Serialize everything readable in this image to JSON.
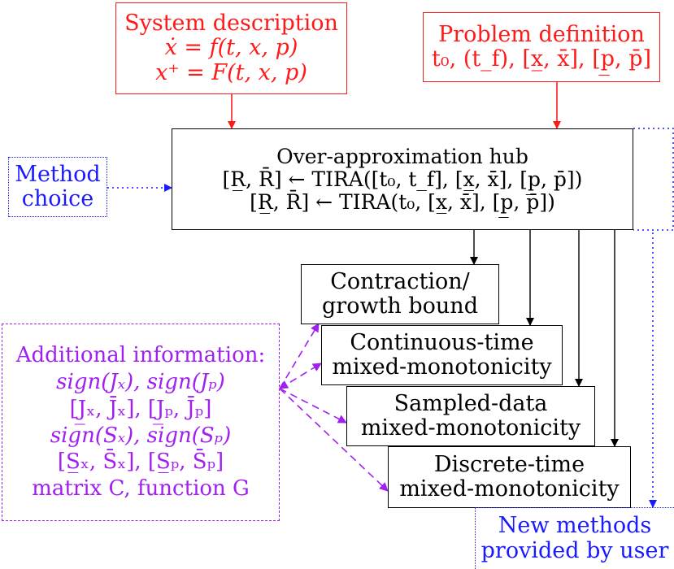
{
  "colors": {
    "input": "#ff1a1a",
    "core": "#000000",
    "user": "#1a1aff",
    "extra": "#a020f0"
  },
  "system_description": {
    "title": "System description",
    "eq1": "ẋ = f(t, x, p)",
    "eq2": "x⁺ = F(t, x, p)"
  },
  "problem_definition": {
    "title": "Problem definition",
    "params": "t₀, (t_f), [x̲, x̄], [p̲, p̄]"
  },
  "hub": {
    "title": "Over-approximation hub",
    "call1": "[R̲, R̄] ← TIRA([t₀, t_f], [x̲, x̄], [p̲, p̄])",
    "call2": "[R̲, R̄] ← TIRA(t₀, [x̲, x̄], [p̲, p̄])"
  },
  "method_choice": {
    "line1": "Method",
    "line2": "choice"
  },
  "methods": [
    {
      "line1": "Contraction/",
      "line2": "growth bound"
    },
    {
      "line1": "Continuous-time",
      "line2": "mixed-monotonicity"
    },
    {
      "line1": "Sampled-data",
      "line2": "mixed-monotonicity"
    },
    {
      "line1": "Discrete-time",
      "line2": "mixed-monotonicity"
    }
  ],
  "new_methods": {
    "line1": "New methods",
    "line2": "provided by user"
  },
  "additional_info": {
    "title": "Additional information:",
    "lines": [
      "sign(Jₓ), sign(Jₚ)",
      "[J̲ₓ, J̄ₓ], [J̲ₚ, J̄ₚ]",
      "sign(Sₓ), sign(Sₚ)",
      "[S̲ₓ, S̄ₓ], [S̲ₚ, S̄ₚ]",
      "matrix C, function G"
    ]
  }
}
